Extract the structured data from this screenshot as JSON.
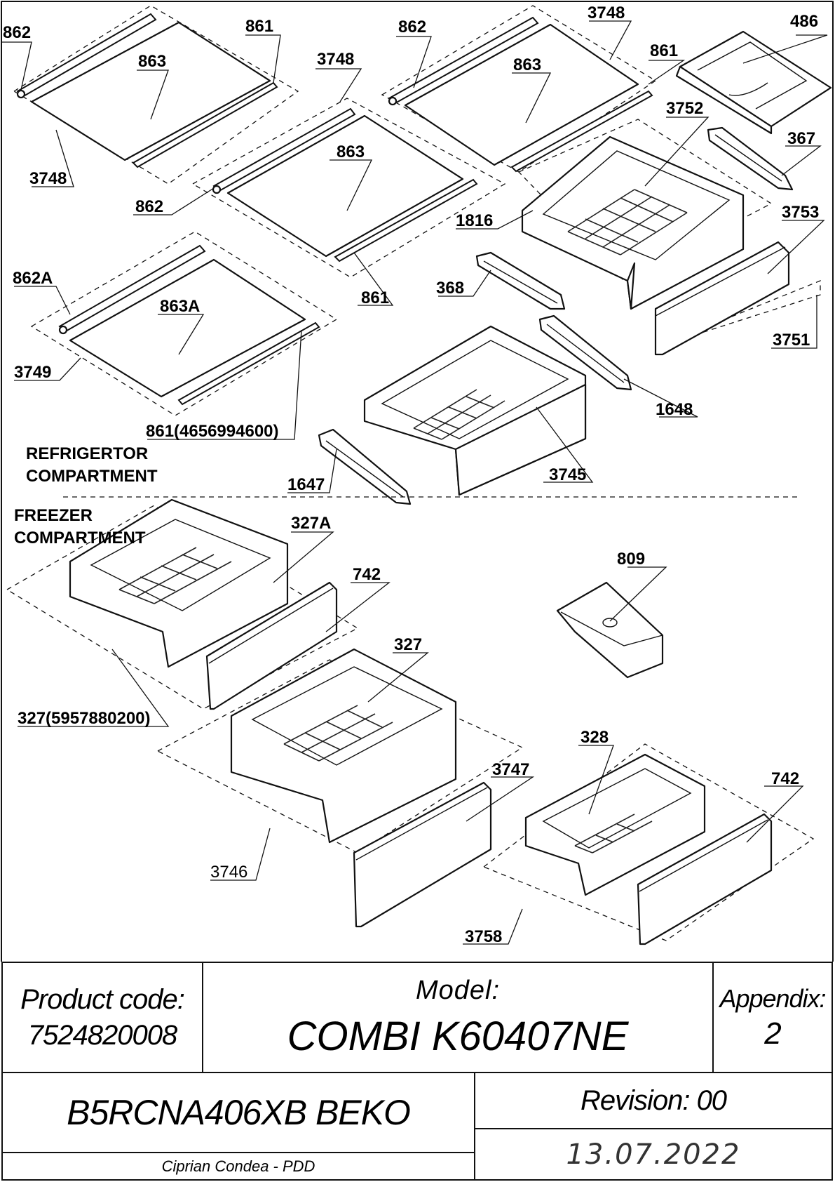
{
  "sections": {
    "refrigerator": [
      "REFRIGERTOR",
      "COMPARTMENT"
    ],
    "freezer": [
      "FREEZER",
      "COMPARTMENT"
    ]
  },
  "labels": {
    "l862_a": "862",
    "l861_a": "861",
    "l863_a": "863",
    "l3748_a": "3748",
    "l3748_b": "3748",
    "l862_b": "862",
    "l863_b": "863",
    "l862_c": "862",
    "l3748_c": "3748",
    "l863_c": "863",
    "l861_c": "861",
    "l486": "486",
    "l3752": "3752",
    "l367": "367",
    "l1816": "1816",
    "l3753": "3753",
    "l861_b": "861",
    "l862a": "862A",
    "l863a": "863A",
    "l3749": "3749",
    "l368": "368",
    "l3751": "3751",
    "l1648": "1648",
    "l861_long": "861(4656994600)",
    "l1647": "1647",
    "l3745": "3745",
    "l327a": "327A",
    "l742_a": "742",
    "l809": "809",
    "l327": "327",
    "l327_long": "327(5957880200)",
    "l3747": "3747",
    "l328": "328",
    "l742_b": "742",
    "l3746": "3746",
    "l3758": "3758"
  },
  "title_block": {
    "product_code_label": "Product code:",
    "product_code": "7524820008",
    "model_label": "Model:",
    "model": "COMBI K60407NE",
    "appendix_label": "Appendix:",
    "appendix": "2",
    "product_name": "B5RCNA406XB BEKO",
    "revision": "Revision: 00",
    "author": "Ciprian Condea - PDD",
    "date": "13.07.2022"
  }
}
